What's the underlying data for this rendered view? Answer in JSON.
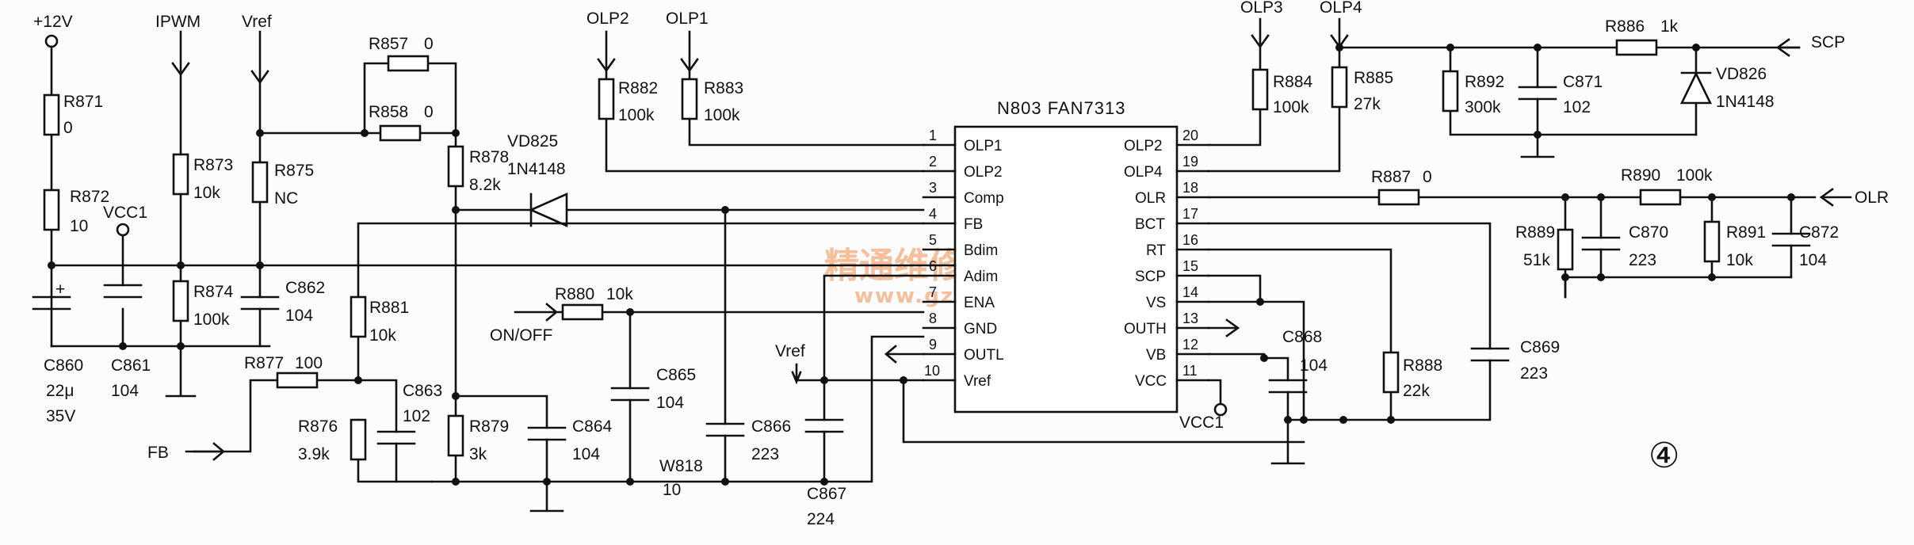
{
  "ic": {
    "title": "N803 FAN7313",
    "left_pins": [
      {
        "num": "1",
        "name": "OLP1"
      },
      {
        "num": "2",
        "name": "OLP2"
      },
      {
        "num": "3",
        "name": "Comp"
      },
      {
        "num": "4",
        "name": "FB"
      },
      {
        "num": "5",
        "name": "Bdim"
      },
      {
        "num": "6",
        "name": "Adim"
      },
      {
        "num": "7",
        "name": "ENA"
      },
      {
        "num": "8",
        "name": "GND"
      },
      {
        "num": "9",
        "name": "OUTL"
      },
      {
        "num": "10",
        "name": "Vref"
      }
    ],
    "right_pins": [
      {
        "num": "20",
        "name": "OLP2"
      },
      {
        "num": "19",
        "name": "OLP4"
      },
      {
        "num": "18",
        "name": "OLR"
      },
      {
        "num": "17",
        "name": "BCT"
      },
      {
        "num": "16",
        "name": "RT"
      },
      {
        "num": "15",
        "name": "SCP"
      },
      {
        "num": "14",
        "name": "VS"
      },
      {
        "num": "13",
        "name": "OUTH"
      },
      {
        "num": "12",
        "name": "VB"
      },
      {
        "num": "11",
        "name": "VCC"
      }
    ]
  },
  "nets": {
    "v12": "+12V",
    "ipwm": "IPWM",
    "vref_top": "Vref",
    "vcc1_left": "VCC1",
    "olp2": "OLP2",
    "olp1": "OLP1",
    "olp3": "OLP3",
    "olp4": "OLP4",
    "scp": "SCP",
    "olr": "OLR",
    "onoff": "ON/OFF",
    "vref_mid": "Vref",
    "fb": "FB",
    "vcc1_right": "VCC1"
  },
  "components": {
    "r871": {
      "ref": "R871",
      "val": "0"
    },
    "r872": {
      "ref": "R872",
      "val": "10"
    },
    "c860": {
      "ref": "C860",
      "val": "22μ",
      "val2": "35V"
    },
    "c861": {
      "ref": "C861",
      "val": "104"
    },
    "r873": {
      "ref": "R873",
      "val": "10k"
    },
    "r874": {
      "ref": "R874",
      "val": "100k"
    },
    "r875": {
      "ref": "R875",
      "val": "NC"
    },
    "c862": {
      "ref": "C862",
      "val": "104"
    },
    "r857": {
      "ref": "R857",
      "val": "0"
    },
    "r858": {
      "ref": "R858",
      "val": "0"
    },
    "r878": {
      "ref": "R878",
      "val": "8.2k"
    },
    "vd825": {
      "ref": "VD825",
      "val": "1N4148"
    },
    "r881": {
      "ref": "R881",
      "val": "10k"
    },
    "r877": {
      "ref": "R877",
      "val": "100"
    },
    "r876": {
      "ref": "R876",
      "val": "3.9k"
    },
    "c863": {
      "ref": "C863",
      "val": "102"
    },
    "r879": {
      "ref": "R879",
      "val": "3k"
    },
    "c864": {
      "ref": "C864",
      "val": "104"
    },
    "r880": {
      "ref": "R880",
      "val": "10k"
    },
    "c865": {
      "ref": "C865",
      "val": "104"
    },
    "w818": {
      "ref": "W818",
      "val": "10"
    },
    "c866": {
      "ref": "C866",
      "val": "223"
    },
    "c867": {
      "ref": "C867",
      "val": "224"
    },
    "r882": {
      "ref": "R882",
      "val": "100k"
    },
    "r883": {
      "ref": "R883",
      "val": "100k"
    },
    "r884": {
      "ref": "R884",
      "val": "100k"
    },
    "r885": {
      "ref": "R885",
      "val": "27k"
    },
    "r892": {
      "ref": "R892",
      "val": "300k"
    },
    "c871": {
      "ref": "C871",
      "val": "102"
    },
    "r886": {
      "ref": "R886",
      "val": "1k"
    },
    "vd826": {
      "ref": "VD826",
      "val": "1N4148"
    },
    "r887": {
      "ref": "R887",
      "val": "0"
    },
    "r890": {
      "ref": "R890",
      "val": "100k"
    },
    "r889": {
      "ref": "R889",
      "val": "51k"
    },
    "c870": {
      "ref": "C870",
      "val": "223"
    },
    "r891": {
      "ref": "R891",
      "val": "10k"
    },
    "c872": {
      "ref": "C872",
      "val": "104"
    },
    "c868": {
      "ref": "C868",
      "val": "104"
    },
    "r888": {
      "ref": "R888",
      "val": "22k"
    },
    "c869": {
      "ref": "C869",
      "val": "223"
    }
  },
  "watermark": {
    "cn": "精通维修下载",
    "url": "www.gzweix.com"
  },
  "figure_mark": "④"
}
